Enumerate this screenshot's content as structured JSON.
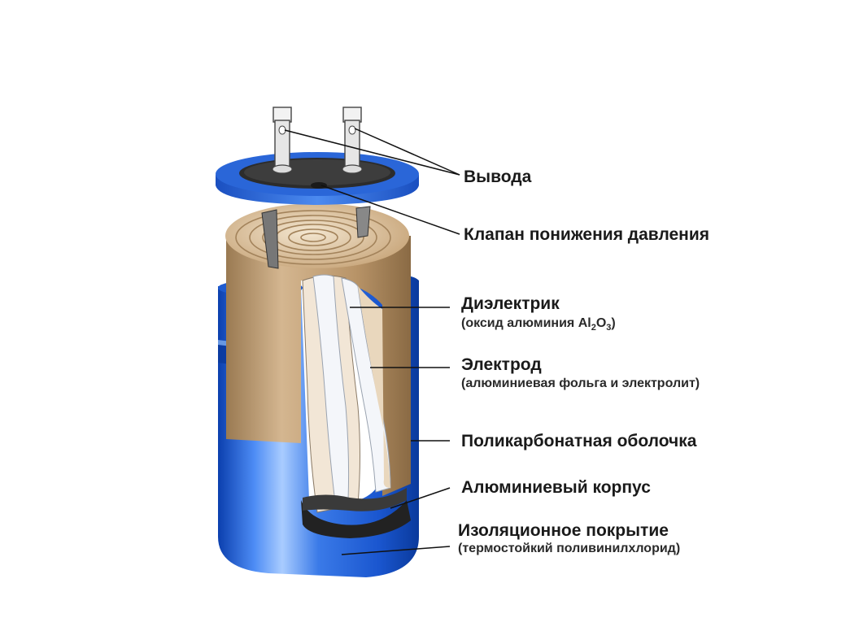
{
  "labels": {
    "terminals": "Вывода",
    "valve": "Клапан понижения давления",
    "dielectric": "Диэлектрик",
    "dielectric_note_prefix": "(оксид алюминия Al",
    "dielectric_note_sub1": "2",
    "dielectric_note_mid": "O",
    "dielectric_note_sub2": "3",
    "dielectric_note_suffix": ")",
    "electrode": "Электрод",
    "electrode_note": "(алюминиевая фольга и электролит)",
    "polycarbonate": "Поликарбонатная оболочка",
    "aluminum_case": "Алюминиевый корпус",
    "insulation": "Изоляционное покрытие",
    "insulation_note": "(термостойкий поливинилхлорид)"
  },
  "colors": {
    "case_blue": "#1f5fd8",
    "case_light": "#7fb3ff",
    "winding_tan": "#b8956a",
    "winding_dark": "#8a6a44",
    "foil": "#e8ecf2",
    "leader": "#111111"
  }
}
